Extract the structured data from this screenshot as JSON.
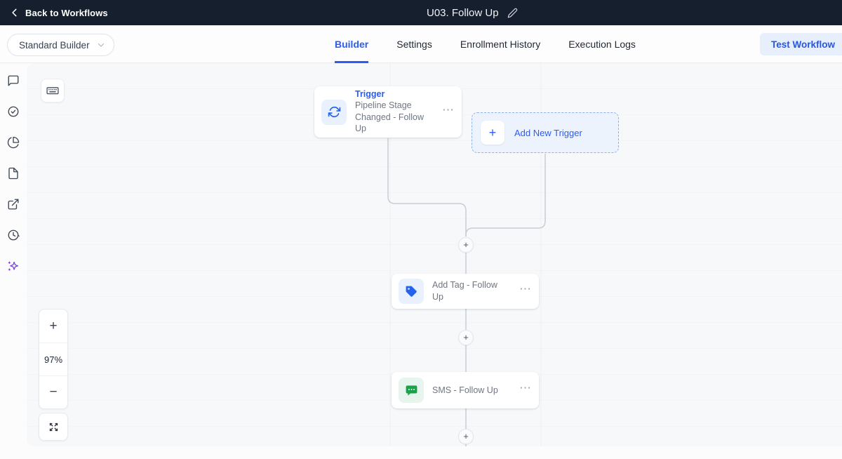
{
  "top_bar": {
    "back_label": "Back to Workflows",
    "title": "U03. Follow Up"
  },
  "toolbar": {
    "builder_mode": {
      "value": "Standard Builder"
    },
    "tabs": [
      {
        "label": "Builder",
        "active": true
      },
      {
        "label": "Settings",
        "active": false
      },
      {
        "label": "Enrollment History",
        "active": false
      },
      {
        "label": "Execution Logs",
        "active": false
      }
    ],
    "test_workflow_label": "Test Workflow"
  },
  "sidebar": {
    "icons": [
      "comment-icon",
      "check-circle-icon",
      "pie-chart-icon",
      "document-icon",
      "external-link-icon",
      "history-icon",
      "ai-sparkles-icon"
    ]
  },
  "canvas": {
    "shortcut_button_icon": "keyboard-icon",
    "zoom_controls": {
      "zoom_in": "+",
      "zoom_level": "97%",
      "zoom_out": "−",
      "fit_icon": "expand-icon"
    },
    "connector_add_label": "+",
    "nodes": {
      "trigger": {
        "category": "Trigger",
        "title": "Pipeline Stage Changed - Follow Up",
        "icon": "refresh-icon",
        "menu": "⋯"
      },
      "add_new_trigger": {
        "label": "Add New Trigger",
        "icon": "plus-icon"
      },
      "add_tag": {
        "title": "Add Tag - Follow Up",
        "icon": "tag-icon",
        "menu": "⋯"
      },
      "sms": {
        "title": "SMS - Follow Up",
        "icon": "sms-icon",
        "menu": "⋯"
      }
    }
  },
  "colors": {
    "header_bg": "#161f2d",
    "accent_blue": "#2a5cf4",
    "icon_blue": "#2563eb",
    "icon_green": "#17a34a",
    "ai_purple": "#7c3aed",
    "canvas_bg": "#f6f7f9",
    "connector": "#c9cdd4",
    "node_text": "#6f7680"
  }
}
